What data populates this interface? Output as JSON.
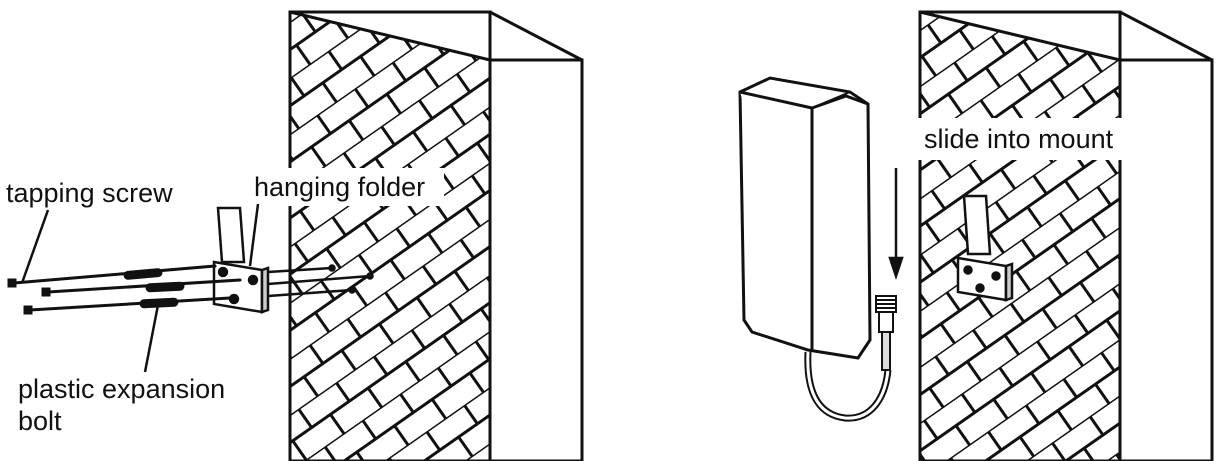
{
  "labels": {
    "tapping_screw": "tapping screw",
    "hanging_folder": "hanging folder",
    "plastic_expansion_bolt_line1": "plastic expansion",
    "plastic_expansion_bolt_line2": "bolt",
    "slide_into_mount": "slide into mount"
  },
  "colors": {
    "ink": "#111111",
    "background": "#ffffff",
    "antenna_fill": "#ffffff"
  }
}
